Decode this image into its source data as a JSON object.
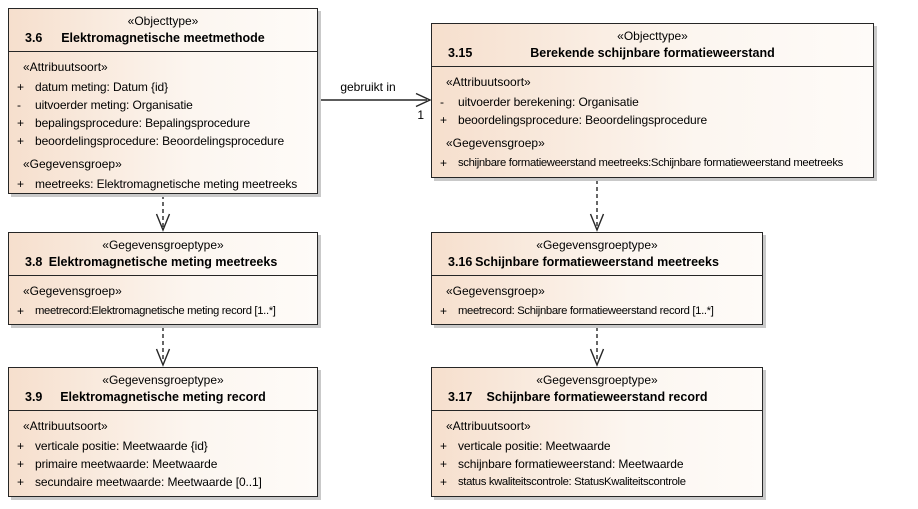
{
  "boxes": [
    {
      "stereotype": "«Objecttype»",
      "number": "3.6",
      "title": "Elektromagnetische meetmethode",
      "sections": [
        {
          "heading": "«Attribuutsoort»",
          "rows": [
            {
              "vis": "+",
              "text": "datum meting: Datum {id}"
            },
            {
              "vis": "-",
              "text": "uitvoerder meting: Organisatie"
            },
            {
              "vis": "+",
              "text": "bepalingsprocedure: Bepalingsprocedure"
            },
            {
              "vis": "+",
              "text": "beoordelingsprocedure: Beoordelingsprocedure"
            }
          ]
        },
        {
          "heading": "«Gegevensgroep»",
          "rows": [
            {
              "vis": "+",
              "text": "meetreeks: Elektromagnetische meting meetreeks"
            }
          ]
        }
      ]
    },
    {
      "stereotype": "«Objecttype»",
      "number": "3.15",
      "title": "Berekende schijnbare formatieweerstand",
      "sections": [
        {
          "heading": "«Attribuutsoort»",
          "rows": [
            {
              "vis": "-",
              "text": "uitvoerder berekening: Organisatie"
            },
            {
              "vis": "+",
              "text": "beoordelingsprocedure: Beoordelingsprocedure"
            }
          ]
        },
        {
          "heading": "«Gegevensgroep»",
          "rows": [
            {
              "vis": "+",
              "text": "schijnbare formatieweerstand meetreeks:Schijnbare formatieweerstand meetreeks"
            }
          ]
        }
      ]
    },
    {
      "stereotype": "«Gegevensgroeptype»",
      "number": "3.8",
      "title": "Elektromagnetische meting meetreeks",
      "sections": [
        {
          "heading": "«Gegevensgroep»",
          "rows": [
            {
              "vis": "+",
              "text": "meetrecord:Elektromagnetische meting record [1..*]"
            }
          ]
        }
      ]
    },
    {
      "stereotype": "«Gegevensgroeptype»",
      "number": "3.16",
      "title": "Schijnbare formatieweerstand meetreeks",
      "sections": [
        {
          "heading": "«Gegevensgroep»",
          "rows": [
            {
              "vis": "+",
              "text": "meetrecord: Schijnbare formatieweerstand record [1..*]"
            }
          ]
        }
      ]
    },
    {
      "stereotype": "«Gegevensgroeptype»",
      "number": "3.9",
      "title": "Elektromagnetische meting record",
      "sections": [
        {
          "heading": "«Attribuutsoort»",
          "rows": [
            {
              "vis": "+",
              "text": "verticale positie: Meetwaarde {id}"
            },
            {
              "vis": "+",
              "text": "primaire meetwaarde: Meetwaarde"
            },
            {
              "vis": "+",
              "text": "secundaire meetwaarde: Meetwaarde [0..1]"
            }
          ]
        }
      ]
    },
    {
      "stereotype": "«Gegevensgroeptype»",
      "number": "3.17",
      "title": "Schijnbare formatieweerstand record",
      "sections": [
        {
          "heading": "«Attribuutsoort»",
          "rows": [
            {
              "vis": "+",
              "text": "verticale positie: Meetwaarde"
            },
            {
              "vis": "+",
              "text": "schijnbare formatieweerstand: Meetwaarde"
            },
            {
              "vis": "+",
              "text": "status kwaliteitscontrole: StatusKwaliteitscontrole"
            }
          ]
        }
      ]
    }
  ],
  "connector": {
    "label": "gebruikt in",
    "multiplicity": "1"
  },
  "colors": {
    "box_gradient_left": "#f6dfcd",
    "box_gradient_right": "#fefbf8",
    "border": "#262626",
    "shadow": "#c9c9c9",
    "background": "#ffffff"
  }
}
